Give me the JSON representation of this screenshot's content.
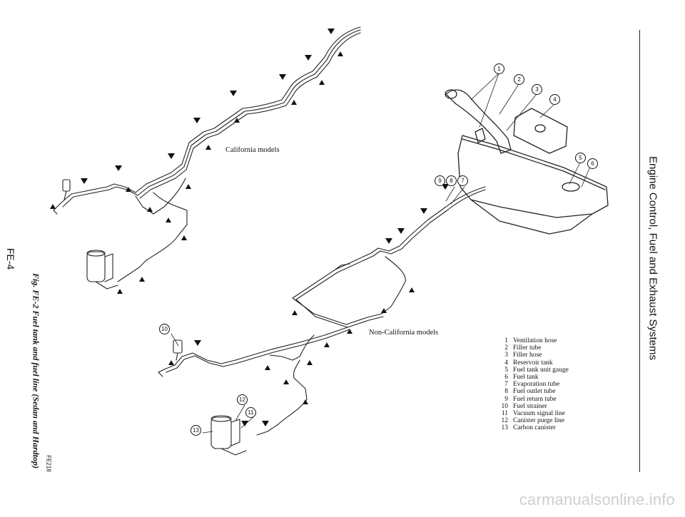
{
  "side_title": "Engine Control, Fuel and Exhaust Systems",
  "page_number": "FE-4",
  "figure": {
    "caption": "Fig. FE-2 Fuel tank and fuel line (Sedan and Hardtop)",
    "code": "FE218"
  },
  "labels": {
    "california": "California models",
    "non_california": "Non-California models"
  },
  "legend": [
    {
      "num": "1",
      "text": "Ventilation hose"
    },
    {
      "num": "2",
      "text": "Filler tube"
    },
    {
      "num": "3",
      "text": "Filler hose"
    },
    {
      "num": "4",
      "text": "Reservoir tank"
    },
    {
      "num": "5",
      "text": "Fuel tank unit gauge"
    },
    {
      "num": "6",
      "text": "Fuel tank"
    },
    {
      "num": "7",
      "text": "Evaporation tube"
    },
    {
      "num": "8",
      "text": "Fuel outlet tube"
    },
    {
      "num": "9",
      "text": "Fuel return tube"
    },
    {
      "num": "10",
      "text": "Fuel strainer"
    },
    {
      "num": "11",
      "text": "Vacuum signal line"
    },
    {
      "num": "12",
      "text": "Canister purge line"
    },
    {
      "num": "13",
      "text": "Carbon canister"
    }
  ],
  "callouts": [
    {
      "num": "1"
    },
    {
      "num": "2"
    },
    {
      "num": "3"
    },
    {
      "num": "4"
    },
    {
      "num": "5"
    },
    {
      "num": "6"
    },
    {
      "num": "9"
    },
    {
      "num": "8"
    },
    {
      "num": "7"
    },
    {
      "num": "10"
    },
    {
      "num": "12"
    },
    {
      "num": "11"
    },
    {
      "num": "13"
    }
  ],
  "watermark": "carmanualsonline.info"
}
